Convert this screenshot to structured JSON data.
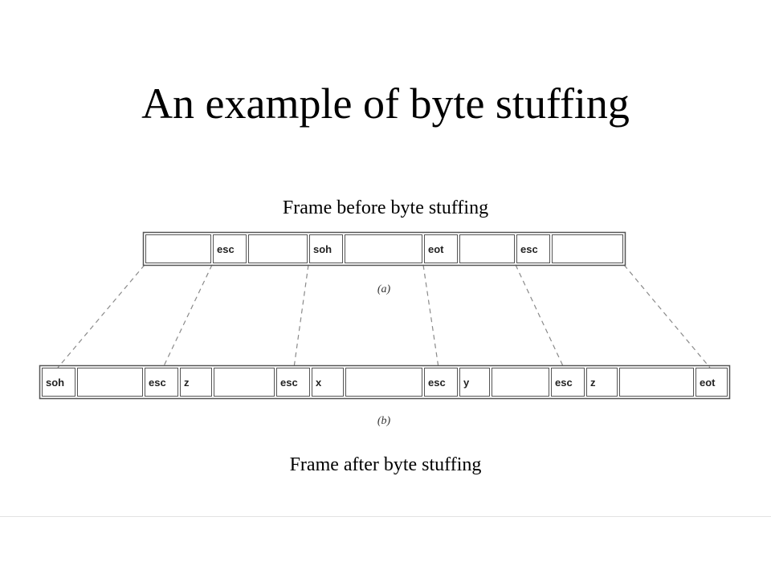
{
  "title": "An example of byte stuffing",
  "captions": {
    "before": "Frame before byte stuffing",
    "after": "Frame after byte stuffing"
  },
  "frame_before": {
    "label": "(a)",
    "cells": [
      "",
      "esc",
      "",
      "soh",
      "",
      "eot",
      "",
      "esc",
      ""
    ]
  },
  "frame_after": {
    "label": "(b)",
    "cells": [
      "soh",
      "",
      "esc",
      "z",
      "",
      "esc",
      "x",
      "",
      "esc",
      "y",
      "",
      "esc",
      "z",
      "",
      "eot"
    ]
  },
  "colors": {
    "cell_border": "#555555",
    "dashed_line": "#8a8a8a"
  }
}
